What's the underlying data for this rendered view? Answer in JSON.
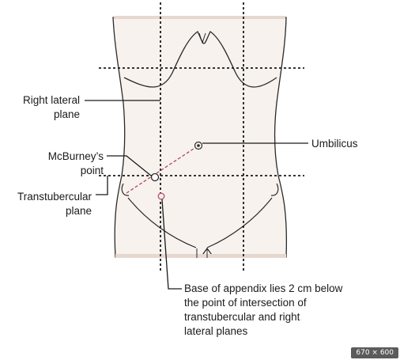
{
  "labels": {
    "right_lateral_plane": [
      "Right lateral",
      "plane"
    ],
    "mcburney_point": [
      "McBurney’s",
      "point"
    ],
    "transtubercular_plane": [
      "Transtubercular",
      "plane"
    ],
    "umbilicus": "Umbilicus",
    "base_of_appendix": [
      "Base of appendix lies 2 cm below",
      "the point of intersection of",
      "transtubercular and right",
      "lateral planes"
    ]
  },
  "image_size_badge": "670 × 600",
  "colors": {
    "body_fill": "#f7f2ee",
    "outline": "#2a2a2a",
    "dashed_plane": "#1a1a1a",
    "spino_umbilical_line": "#b0485c",
    "edge_tint": "#e6d8cf"
  }
}
